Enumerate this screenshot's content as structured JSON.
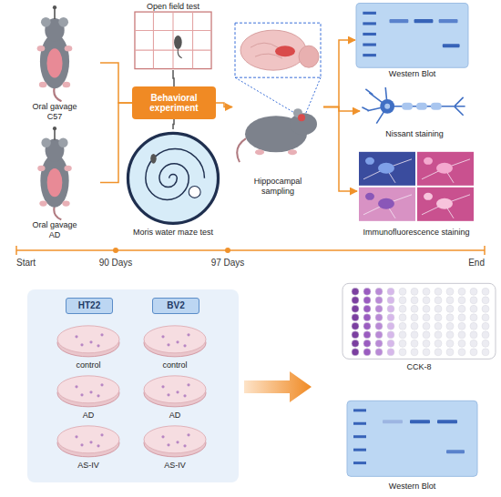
{
  "diagram": {
    "nodes": [
      {
        "text": [
          "Oral gavage C57"
        ]
      },
      {
        "text": [
          "Oral gavage AD"
        ]
      },
      {
        "text": [
          "Open field test"
        ]
      },
      {
        "text": [
          "Behavioral experiment"
        ]
      },
      {
        "text": [
          "Moris water maze test"
        ]
      },
      {
        "text": [
          "Hippocampal sampling"
        ]
      },
      {
        "text": [
          "Western Blot"
        ]
      },
      {
        "text": [
          "Nissant staining"
        ]
      },
      {
        "text": [
          "Immunofluorescence staining"
        ]
      },
      {
        "text": [
          "HT22"
        ]
      },
      {
        "text": [
          "BV2"
        ]
      },
      {
        "text": [
          "control"
        ]
      },
      {
        "text": [
          "control"
        ]
      },
      {
        "text": [
          "AD"
        ]
      },
      {
        "text": [
          "AD"
        ]
      },
      {
        "text": [
          "AS-IV"
        ]
      },
      {
        "text": [
          "AS-IV"
        ]
      },
      {
        "text": [
          "CCK-8"
        ]
      },
      {
        "text": [
          "Western Blot"
        ]
      }
    ],
    "edges": [
      {
        "from": 0,
        "to": 3,
        "arrow": "none"
      },
      {
        "from": 1,
        "to": 3,
        "arrow": "none"
      },
      {
        "from": 3,
        "to": 2,
        "arrow": "none"
      },
      {
        "from": 3,
        "to": 4,
        "arrow": "none"
      },
      {
        "from": 3,
        "to": 5,
        "arrow": "to"
      },
      {
        "from": 5,
        "to": 6,
        "arrow": "to"
      },
      {
        "from": 5,
        "to": 7,
        "arrow": "to"
      },
      {
        "from": 5,
        "to": 8,
        "arrow": "to"
      }
    ],
    "labels": [
      "Start",
      "90 Days",
      "97 Days",
      "End"
    ]
  }
}
